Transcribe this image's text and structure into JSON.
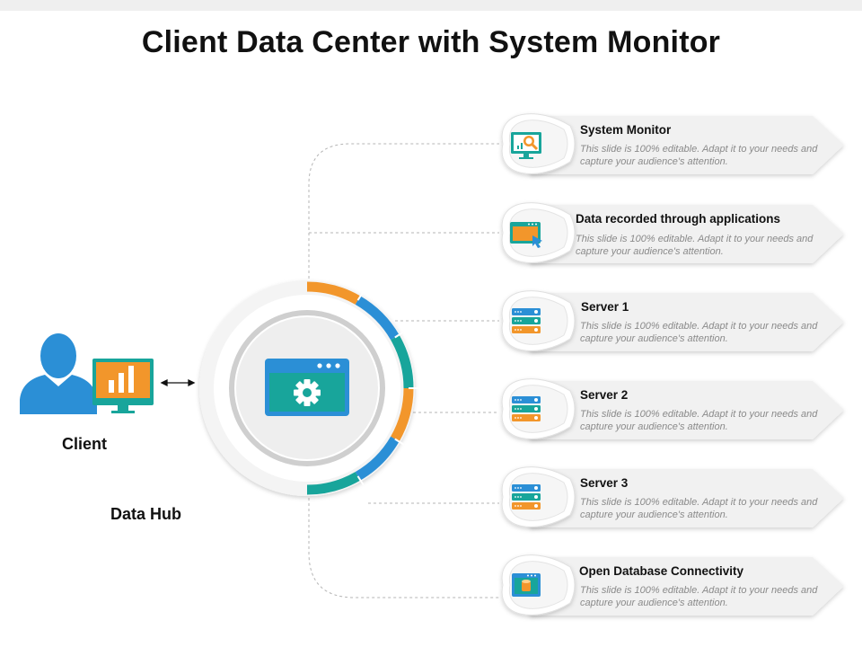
{
  "title": "Client Data Center with System Monitor",
  "client_label": "Client",
  "hub_label": "Data Hub",
  "colors": {
    "orange": "#F2962B",
    "blue": "#2B8FD6",
    "teal": "#18A59B",
    "dark": "#3A4250"
  },
  "items": [
    {
      "title": "System Monitor",
      "icon": "monitor-search-icon",
      "desc": "This slide is 100% editable. Adapt it to your needs and capture your audience's attention."
    },
    {
      "title": "Data recorded through applications",
      "icon": "app-window-cursor-icon",
      "desc": "This slide is 100% editable. Adapt it to your needs and capture your audience's attention."
    },
    {
      "title": "Server 1",
      "icon": "server-rack-icon",
      "desc": "This slide is 100% editable. Adapt it to your needs and capture your audience's attention."
    },
    {
      "title": "Server 2",
      "icon": "server-rack-icon",
      "desc": "This slide is 100% editable. Adapt it to your needs and capture your audience's attention."
    },
    {
      "title": "Server 3",
      "icon": "server-rack-icon",
      "desc": "This slide is 100% editable. Adapt it to your needs and capture your audience's attention."
    },
    {
      "title": "Open Database Connectivity",
      "icon": "database-window-icon",
      "desc": "This slide is 100% editable. Adapt it to your needs and capture your audience's attention."
    }
  ]
}
